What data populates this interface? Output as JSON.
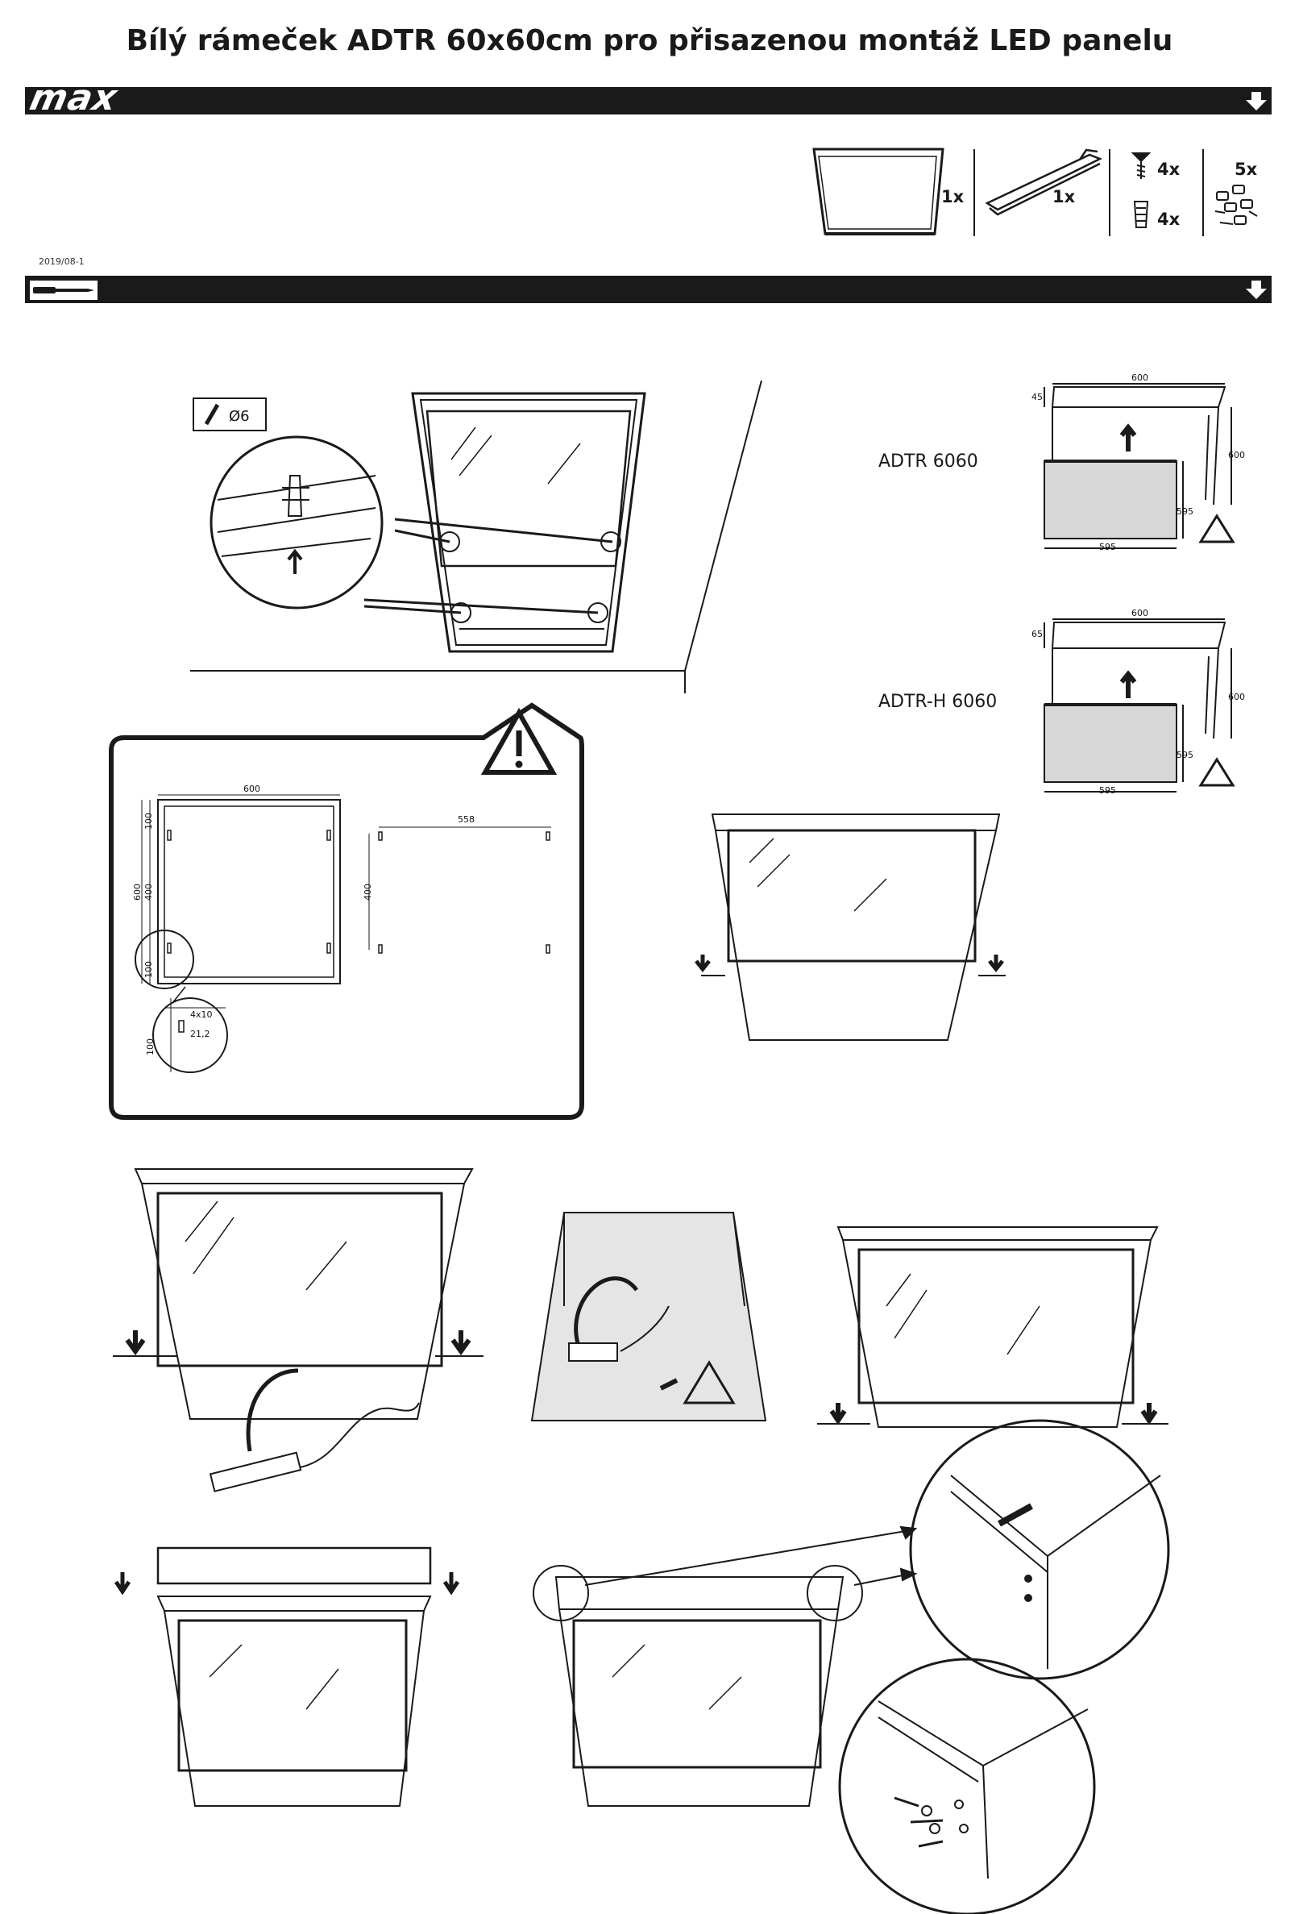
{
  "header": {
    "title": "Bílý rámeček ADTR 60x60cm pro přisazenou montáž LED panelu",
    "logo": "max",
    "date_code": "2019/08-1"
  },
  "contents": {
    "frame_qty": "1x",
    "profile_qty": "1x",
    "screw_qty": "4x",
    "dowel_qty": "4x",
    "connector_qty": "5x"
  },
  "drilling": {
    "drill_diameter": "Ø6"
  },
  "models": {
    "adtr": {
      "name": "ADTR 6060",
      "width": "600",
      "depth": "45",
      "height": "600",
      "inner_w": "595",
      "inner_h": "595"
    },
    "adtr_h": {
      "name": "ADTR-H 6060",
      "width": "600",
      "depth": "65",
      "height": "600",
      "inner_w": "595",
      "inner_h": "595"
    }
  },
  "drawing": {
    "width": "600",
    "height": "600",
    "top_offset": "100",
    "hole_spacing_v": "400",
    "bottom_offset": "100",
    "hole_spacing_h": "558",
    "hole_spacing_v2": "400",
    "hole_spec": "4x10",
    "hole_offset": "21,2",
    "detail_offset": "100"
  }
}
